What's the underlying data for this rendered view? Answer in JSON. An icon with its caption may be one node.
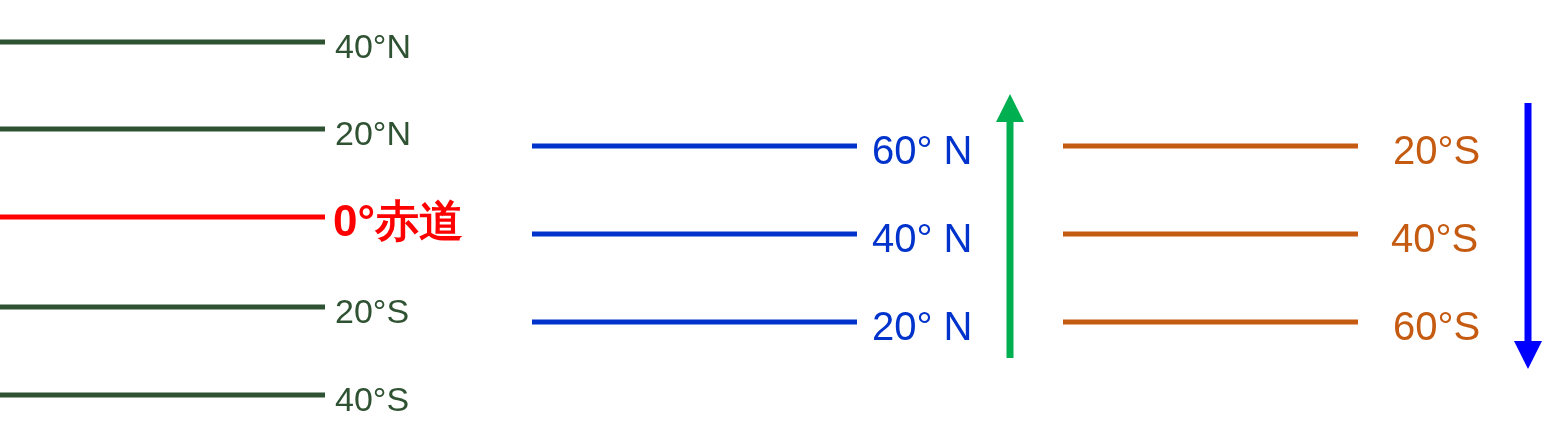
{
  "diagram": {
    "labels": [
      "40°N",
      "20°N",
      "0°赤道",
      "20°S",
      "40°S",
      "60° N",
      "40° N",
      "20° N",
      "20°S",
      "40°S",
      "60°S"
    ]
  }
}
